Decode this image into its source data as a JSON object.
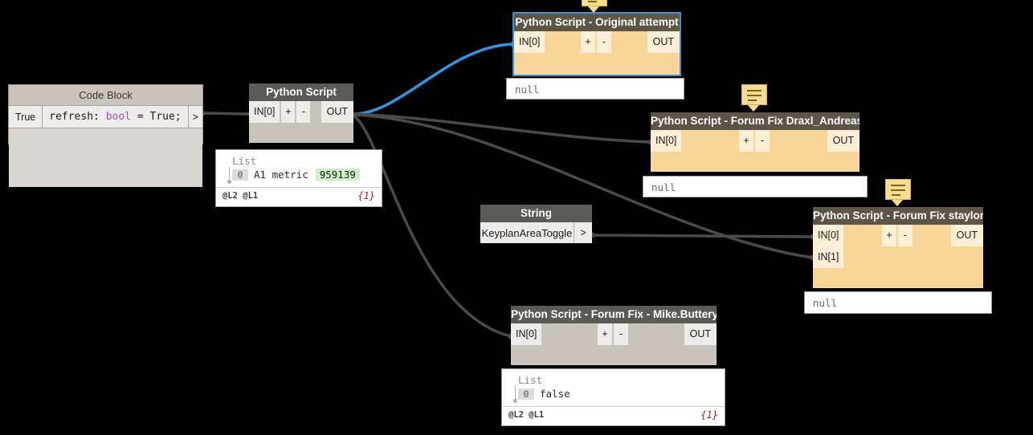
{
  "canvas": {
    "background": "#000000",
    "accent_selected": "#3b97d3",
    "wire_color": "#4a4a4a",
    "wire_selected_color": "#2f96e0"
  },
  "nodes": {
    "code_block": {
      "title": "Code Block",
      "input_port": "True",
      "code": "refresh: bool = True;",
      "code_keyword": "bool",
      "output_port": ">"
    },
    "python_script_main": {
      "title": "Python Script",
      "in_ports": [
        "IN[0]"
      ],
      "plus": "+",
      "minus": "-",
      "out_port": "OUT"
    },
    "python_original": {
      "title": "Python Script - Original attempt",
      "in_ports": [
        "IN[0]"
      ],
      "plus": "+",
      "minus": "-",
      "out_port": "OUT",
      "selected": true
    },
    "python_draxl": {
      "title": "Python Script - Forum Fix Draxl_Andreas",
      "in_ports": [
        "IN[0]"
      ],
      "plus": "+",
      "minus": "-",
      "out_port": "OUT"
    },
    "python_staylor": {
      "title": "Python Script - Forum Fix staylor",
      "in_ports": [
        "IN[0]",
        "IN[1]"
      ],
      "plus": "+",
      "minus": "-",
      "out_port": "OUT"
    },
    "python_mike": {
      "title": "Python Script - Forum Fix - Mike.Buttery",
      "in_ports": [
        "IN[0]"
      ],
      "plus": "+",
      "minus": "-",
      "out_port": "OUT"
    },
    "string_node": {
      "title": "String",
      "value": "KeyplanAreaToggle",
      "output_port": ">"
    }
  },
  "previews": {
    "python_main": {
      "type": "list",
      "title": "List",
      "index": "0",
      "label": "A1 metric",
      "value": "959139",
      "levels": "@L2 @L1",
      "count": "{1}"
    },
    "original_attempt": {
      "type": "null",
      "value": "null"
    },
    "draxl": {
      "type": "null",
      "value": "null"
    },
    "staylor": {
      "type": "null",
      "value": "null"
    },
    "mike": {
      "type": "list",
      "title": "List",
      "index": "0",
      "label": "false",
      "value": "",
      "levels": "@L2 @L1",
      "count": "{1}"
    }
  },
  "notes": {
    "original": "note-bubble",
    "draxl": "note-bubble",
    "staylor": "note-bubble"
  }
}
